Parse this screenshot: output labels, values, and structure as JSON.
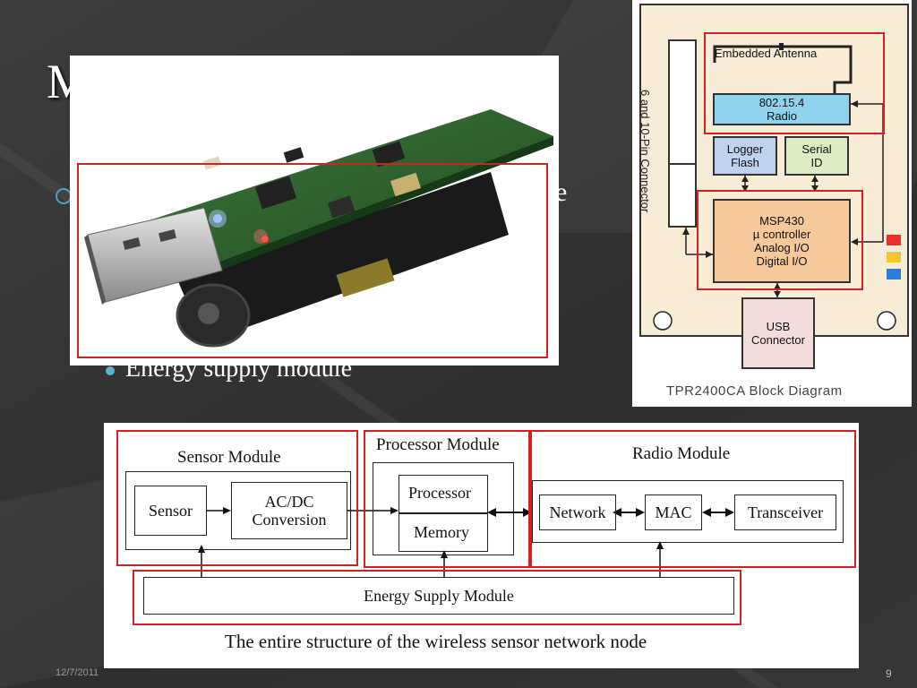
{
  "slide": {
    "title_left": "M",
    "title_right": "s",
    "bullet1_tail": "e",
    "bullet2": "Energy supply module",
    "date": "12/7/2011",
    "page_number": "9"
  },
  "tpr_diagram": {
    "caption": "TPR2400CA Block Diagram",
    "connector_label": "6 and 10-Pin Connector",
    "antenna": "Embedded Antenna",
    "radio": [
      "802.15.4",
      "Radio"
    ],
    "logger": [
      "Logger",
      "Flash"
    ],
    "serial": [
      "Serial",
      "ID"
    ],
    "mcu": [
      "MSP430",
      "µ controller",
      "Analog I/O",
      "Digital I/O"
    ],
    "usb": [
      "USB",
      "Connector"
    ],
    "led_colors": [
      "#e8302a",
      "#f2c62e",
      "#2a7fd4"
    ]
  },
  "wsn_diagram": {
    "sensor_module": "Sensor Module",
    "sensor": "Sensor",
    "acdc": [
      "AC/DC",
      "Conversion"
    ],
    "processor_module": "Processor Module",
    "processor": "Processor",
    "memory": "Memory",
    "radio_module": "Radio Module",
    "network": "Network",
    "mac": "MAC",
    "transceiver": "Transceiver",
    "energy": "Energy Supply Module",
    "caption": "The entire structure of the wireless sensor network node"
  }
}
